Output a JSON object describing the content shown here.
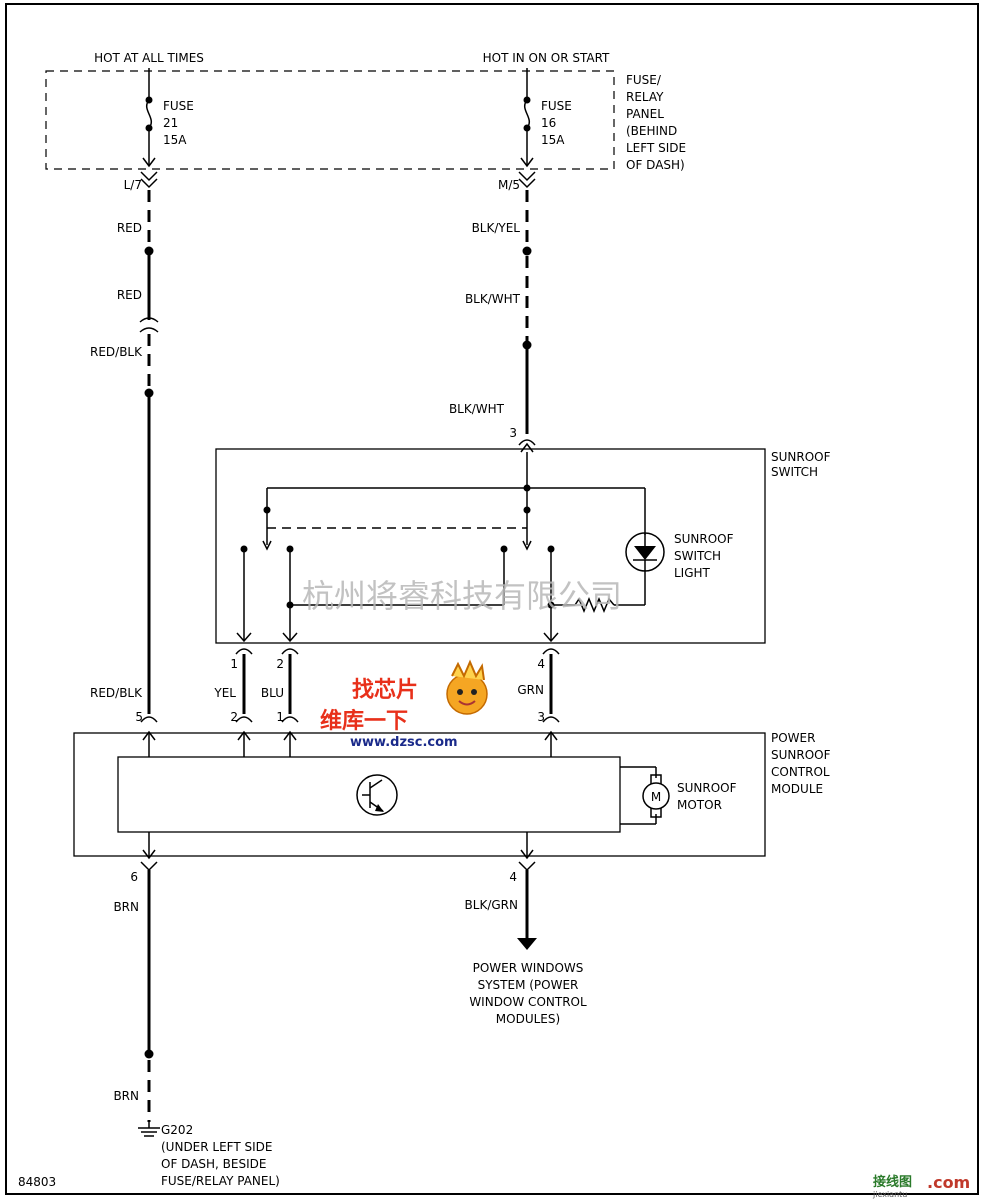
{
  "top_labels": {
    "left_power": "HOT AT ALL TIMES",
    "right_power": "HOT IN ON OR START"
  },
  "fuse_panel": {
    "label_lines": [
      "FUSE/",
      "RELAY",
      "PANEL",
      "(BEHIND",
      "LEFT SIDE",
      "OF DASH)"
    ],
    "fuse_left": [
      "FUSE",
      "21",
      "15A"
    ],
    "fuse_right": [
      "FUSE",
      "16",
      "15A"
    ],
    "connector_left": "L/7",
    "connector_right": "M/5"
  },
  "wire_colors": {
    "left_red_1": "RED",
    "left_red_2": "RED",
    "left_red_blk": "RED/BLK",
    "right_blk_yel": "BLK/YEL",
    "right_blk_wht_1": "BLK/WHT",
    "right_blk_wht_2": "BLK/WHT",
    "yel": "YEL",
    "blu": "BLU",
    "grn": "GRN",
    "red_blk_module": "RED/BLK",
    "brn_1": "BRN",
    "brn_2": "BRN",
    "blk_grn": "BLK/GRN"
  },
  "pins": {
    "switch_top": "3",
    "switch_bottom_1": "1",
    "switch_bottom_2": "2",
    "switch_bottom_4": "4",
    "module_top_5": "5",
    "module_top_2": "2",
    "module_top_1": "1",
    "module_top_3": "3",
    "module_bottom_6": "6",
    "module_bottom_4": "4"
  },
  "sunroof_switch": {
    "label_lines": [
      "SUNROOF",
      "SWITCH"
    ],
    "light_lines": [
      "SUNROOF",
      "SWITCH",
      "LIGHT"
    ]
  },
  "module": {
    "label_lines": [
      "POWER",
      "SUNROOF",
      "CONTROL",
      "MODULE"
    ],
    "motor_lines": [
      "SUNROOF",
      "MOTOR"
    ],
    "motor_symbol": "M"
  },
  "destination": {
    "lines": [
      "POWER WINDOWS",
      "SYSTEM (POWER",
      "WINDOW CONTROL",
      "MODULES)"
    ]
  },
  "ground": {
    "lines": [
      "G202",
      "(UNDER LEFT SIDE",
      "OF DASH, BESIDE",
      "FUSE/RELAY PANEL)"
    ]
  },
  "figure_number": "84803",
  "watermark": {
    "company_cn": "杭州将睿科技有限公司",
    "logo_top": "找芯片",
    "logo_main": "维库一下",
    "logo_url": "www.dzsc.com",
    "corner_cn": "接线图",
    "corner_com": ".com",
    "corner_sub": "jiexiantu"
  },
  "icons": {
    "fuse": "fuse-icon",
    "led": "led-icon",
    "motor": "motor-icon",
    "transistor": "transistor-icon",
    "ground": "ground-icon",
    "resistor": "resistor-icon"
  }
}
